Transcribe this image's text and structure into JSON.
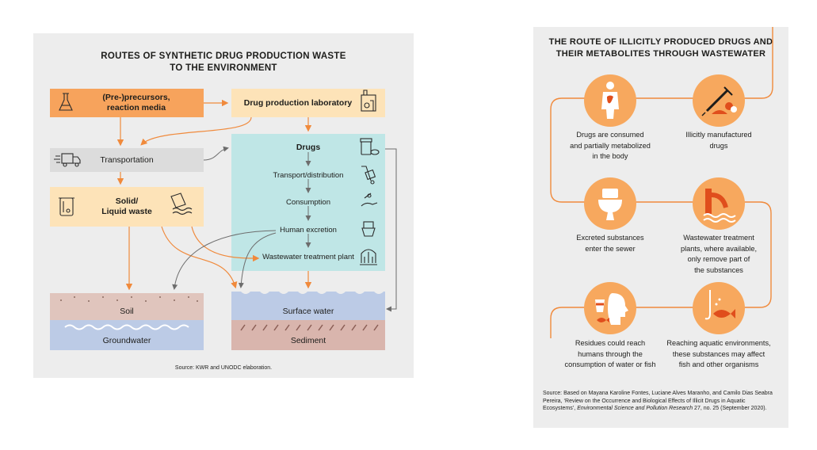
{
  "left": {
    "title": "ROUTES OF SYNTHETIC DRUG PRODUCTION WASTE\nTO THE ENVIRONMENT",
    "precursors": "(Pre-)precursors,\nreaction media",
    "laboratory": "Drug production laboratory",
    "transportation": "Transportation",
    "waste": "Solid/\nLiquid waste",
    "drugs_box": {
      "drugs": "Drugs",
      "transport": "Transport/distribution",
      "consumption": "Consumption",
      "excretion": "Human excretion",
      "wwtp": "Wastewater treatment plant"
    },
    "soil": "Soil",
    "groundwater": "Groundwater",
    "surface_water": "Surface water",
    "sediment": "Sediment",
    "source": "Source: KWR and UNODC elaboration.",
    "colors": {
      "orange": "#f7a35c",
      "peach": "#fde3b8",
      "grey": "#dcdcdc",
      "teal": "#bfe6e6",
      "soil": "#e0c5bd",
      "water": "#bccbe6",
      "sediment": "#d9b5ad"
    }
  },
  "right": {
    "title": "THE ROUTE OF ILLICITLY PRODUCED DRUGS AND\nTHEIR METABOLITES THROUGH WASTEWATER",
    "steps": [
      {
        "caption": "Illicitly manufactured\ndrugs",
        "icon": "syringe-pills-icon"
      },
      {
        "caption": "Drugs are consumed\nand partially metabolized\nin the body",
        "icon": "human-body-icon"
      },
      {
        "caption": "Excreted substances\nenter the sewer",
        "icon": "toilet-icon"
      },
      {
        "caption": "Wastewater treatment\nplants, where available,\nonly remove part of\nthe substances",
        "icon": "wastewater-outlet-icon"
      },
      {
        "caption": "Reaching aquatic environments,\nthese substances may affect\nfish and other organisms",
        "icon": "fishing-hook-fish-icon"
      },
      {
        "caption": "Residues could reach\nhumans through the\nconsumption of water or fish",
        "icon": "human-head-glass-icon"
      }
    ],
    "source_prefix": "Source: Based on Mayana Karoline Fontes, Luciane Alves Maranho, and Camilo Dias Seabra Pereira, ‘Review on the Occurrence and Biological Effects of Illicit Drugs in Aquatic Ecosystems’, ",
    "source_journal": "Environmental Science and Pollution Research",
    "source_suffix": " 27, no. 25 (September 2020).",
    "colors": {
      "orange": "#f7a85e",
      "line": "#f08a3c"
    }
  }
}
